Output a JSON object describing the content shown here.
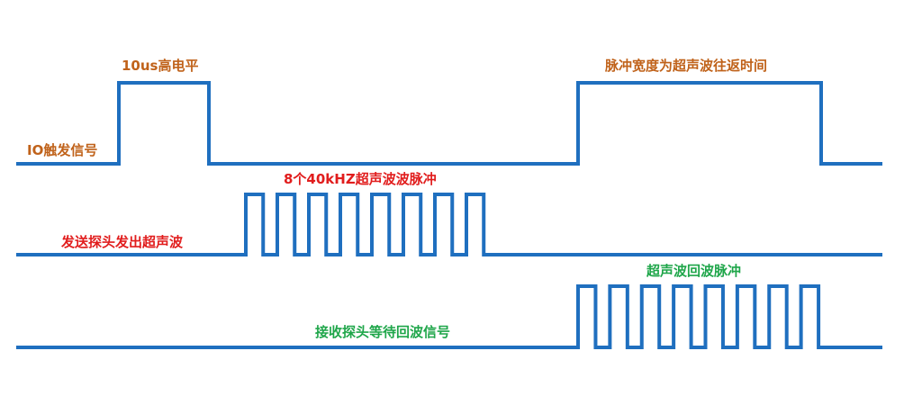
{
  "colors": {
    "waveform": "#1f6fbf",
    "label_orange": "#c0621a",
    "label_red": "#e11d1d",
    "label_green": "#1fa64a"
  },
  "labels": {
    "trigger_pulse": "10us高电平",
    "io_trigger": "IO触发信号",
    "echo_width": "脉冲宽度为超声波往返时间",
    "burst": "8个40kHZ超声波波脉冲",
    "transmit": "发送探头发出超声波",
    "echo_pulse": "超声波回波脉冲",
    "receive": "接收探头等待回波信号"
  },
  "signals": {
    "burst_pulse_count": 8,
    "echo_pulse_count": 8
  }
}
